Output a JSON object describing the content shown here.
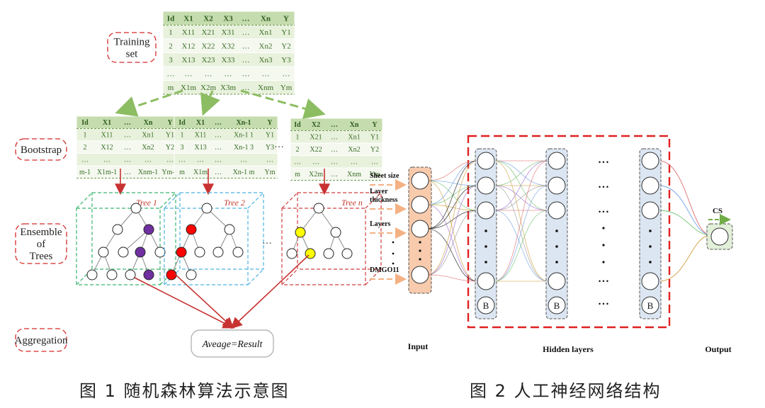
{
  "left_figure": {
    "caption": "图 1 随机森林算法示意图",
    "stage_labels": {
      "training": "Training\nset",
      "bootstrap": "Bootstrap",
      "ensemble": "Ensemble\nof\nTrees",
      "aggregation": "Aggregation"
    },
    "training_table": {
      "header": [
        "Id",
        "X1",
        "X2",
        "X3",
        "…",
        "Xn",
        "Y"
      ],
      "rows": [
        [
          "1",
          "X11",
          "X21",
          "X31",
          "…",
          "Xn1",
          "Y1"
        ],
        [
          "2",
          "X12",
          "X22",
          "X32",
          "…",
          "Xn2",
          "Y2"
        ],
        [
          "3",
          "X13",
          "X23",
          "X33",
          "…",
          "Xn3",
          "Y3"
        ],
        [
          "…",
          "…",
          "…",
          "…",
          "…",
          "…",
          "…"
        ],
        [
          "m",
          "X1m",
          "X2m",
          "X3m",
          "…",
          "Xnm",
          "Ym"
        ]
      ]
    },
    "bootstrap_tables": [
      {
        "header": [
          "Id",
          "X1",
          "…",
          "Xn",
          "Y"
        ],
        "rows": [
          [
            "1",
            "X11",
            "…",
            "Xn1",
            "Y1"
          ],
          [
            "2",
            "X12",
            "…",
            "Xn2",
            "Y2"
          ],
          [
            "…",
            "…",
            "…",
            "…",
            "…"
          ],
          [
            "m-1",
            "X1m-1",
            "…",
            "Xnm-1",
            "Ym-1"
          ]
        ]
      },
      {
        "header": [
          "Id",
          "X1",
          "…",
          "Xn-1",
          "Y"
        ],
        "rows": [
          [
            "1",
            "X11",
            "…",
            "Xn-1 1",
            "Y1"
          ],
          [
            "3",
            "X13",
            "…",
            "Xn-1 3",
            "Y3"
          ],
          [
            "…",
            "…",
            "…",
            "…",
            "…"
          ],
          [
            "m",
            "X1m",
            "…",
            "Xn-1 m",
            "Ym"
          ]
        ]
      },
      {
        "header": [
          "Id",
          "X2",
          "…",
          "Xn",
          "Y"
        ],
        "rows": [
          [
            "1",
            "X21",
            "…",
            "Xn1",
            "Y1"
          ],
          [
            "2",
            "X22",
            "…",
            "Xn2",
            "Y2"
          ],
          [
            "…",
            "…",
            "…",
            "…",
            "…"
          ],
          [
            "m",
            "X2m",
            "…",
            "Xnm",
            "Ym"
          ]
        ]
      }
    ],
    "bootstrap_gap": "…",
    "trees": [
      {
        "label": "Tree 1",
        "color": "#7030a0",
        "box_color": "#3cb371"
      },
      {
        "label": "Tree 2",
        "color": "#ff0000",
        "box_color": "#4fb3e0"
      },
      {
        "label": "Tree n",
        "color": "#ffff00",
        "box_color": "#d04040"
      }
    ],
    "tree_gap": "…",
    "result_label": "Aveage=Result",
    "colors": {
      "table_header": "#c5dcae",
      "table_row": "#e8f1dc",
      "table_text": "#3a6e26",
      "stage_border": "#d52a2a",
      "flow_arrow": "#8cbd62",
      "tree_arrow": "#c83232"
    }
  },
  "right_figure": {
    "caption": "图 2 人工神经网络结构",
    "inputs": [
      "Sheet size",
      "Layer\nthickness",
      "Layers",
      "DMGO11"
    ],
    "input_title": "Input",
    "hidden_title": "Hidden layers",
    "output_title": "Output",
    "output_label": "CS",
    "bias_label": "B",
    "ellipsis": "• • •",
    "colors": {
      "input_box": "#f8cbad",
      "hidden_box": "#dce6f2",
      "output_box": "#e2efd9",
      "hidden_frame": "#e02020"
    }
  }
}
